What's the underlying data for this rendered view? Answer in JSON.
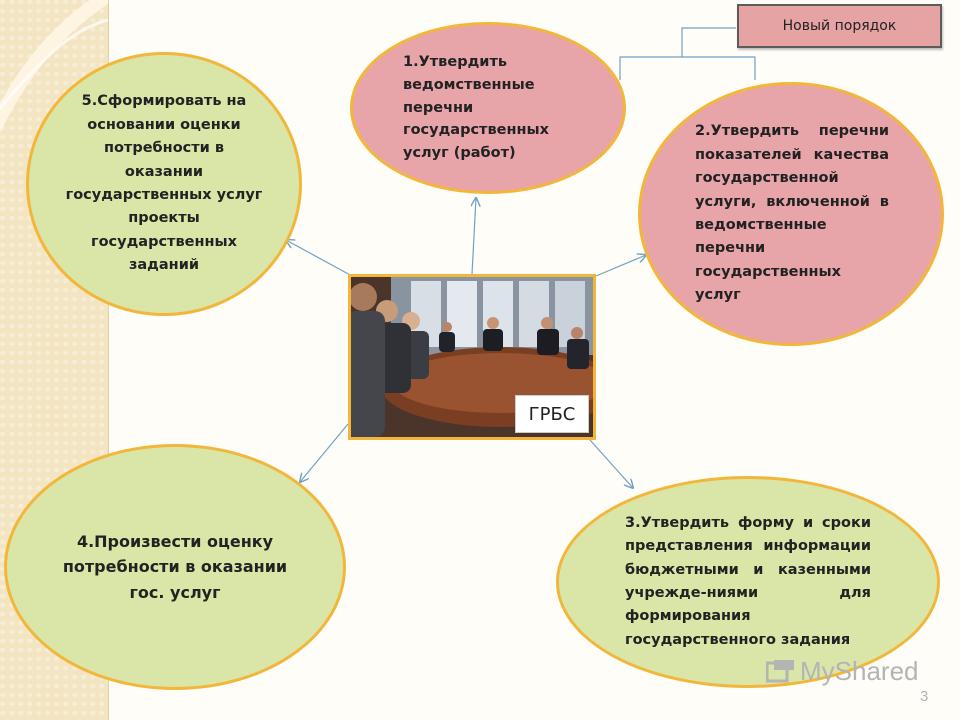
{
  "header": {
    "new_order_label": "Новый порядок"
  },
  "center": {
    "label": "ГРБС"
  },
  "nodes": {
    "n1": "1.Утвердить ведомственные перечни государственных услуг (работ)",
    "n2": "2.Утвердить перечни показателей качества государственной услуги, включенной в ведомственные перечни государственных услуг",
    "n3": "3.Утвердить форму и сроки представления информации бюджетными и казенными учрежде-ниями для формирования государственного задания",
    "n4": "4.Произвести оценку потребности в оказании гос.   услуг",
    "n5": "5.Сформировать на основании оценки потребности в оказании государственных услуг проекты государственных заданий"
  },
  "footer": {
    "watermark": "MyShared",
    "page_number": "3"
  },
  "colors": {
    "green_node": "#d9e6a8",
    "pink_node": "#e8a5a9",
    "border": "#f2b73a",
    "arrow": "#6fa3c4"
  }
}
